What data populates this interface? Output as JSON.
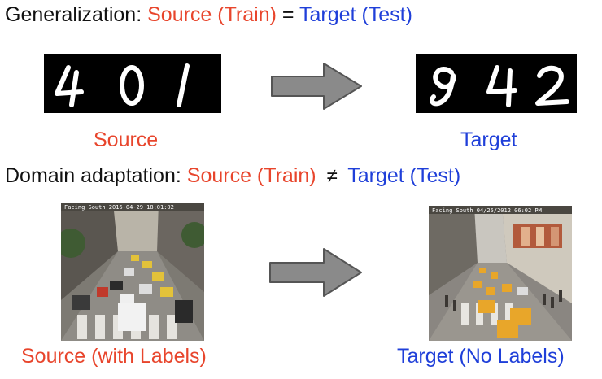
{
  "generalization": {
    "label": "Generalization:",
    "source": "Source (Train)",
    "op": "=",
    "target": "Target (Test)"
  },
  "digits": {
    "source_digits": "4 0 1",
    "target_digits": "9 4 2",
    "source_caption": "Source",
    "target_caption": "Target"
  },
  "domain_adaptation": {
    "label": "Domain adaptation:",
    "source": "Source (Train)",
    "op": "≠",
    "target": "Target (Test)"
  },
  "street": {
    "source_stamp": "Facing South   2016-04-29  18:01:02",
    "target_stamp": "Facing South   04/25/2012  06:02 PM",
    "source_caption": "Source (with Labels)",
    "target_caption": "Target (No Labels)"
  },
  "colors": {
    "source": "#e8452c",
    "target": "#1f3fd9",
    "arrow": "#8a8a8a"
  },
  "icons": [
    "right-arrow-icon",
    "right-arrow-icon"
  ]
}
